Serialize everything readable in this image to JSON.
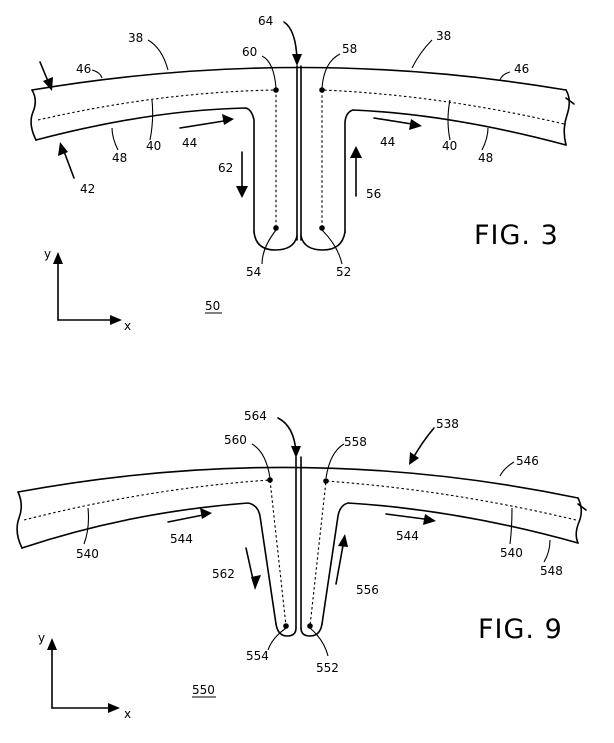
{
  "fig3": {
    "title": "FIG. 3",
    "ref_frame": "50",
    "axis_y": "y",
    "axis_x": "x",
    "labels": {
      "l64": "64",
      "l38a": "38",
      "l38b": "38",
      "l60": "60",
      "l58": "58",
      "l46a": "46",
      "l46b": "46",
      "l40a": "40",
      "l40b": "40",
      "l48a": "48",
      "l48b": "48",
      "l44a": "44",
      "l44b": "44",
      "l42": "42",
      "l62": "62",
      "l56": "56",
      "l54": "54",
      "l52": "52"
    }
  },
  "fig9": {
    "title": "FIG. 9",
    "ref_frame": "550",
    "axis_y": "y",
    "axis_x": "x",
    "labels": {
      "l564": "564",
      "l538": "538",
      "l560": "560",
      "l558": "558",
      "l546": "546",
      "l540a": "540",
      "l540b": "540",
      "l544a": "544",
      "l544b": "544",
      "l548": "548",
      "l562": "562",
      "l556": "556",
      "l554": "554",
      "l552": "552"
    }
  }
}
